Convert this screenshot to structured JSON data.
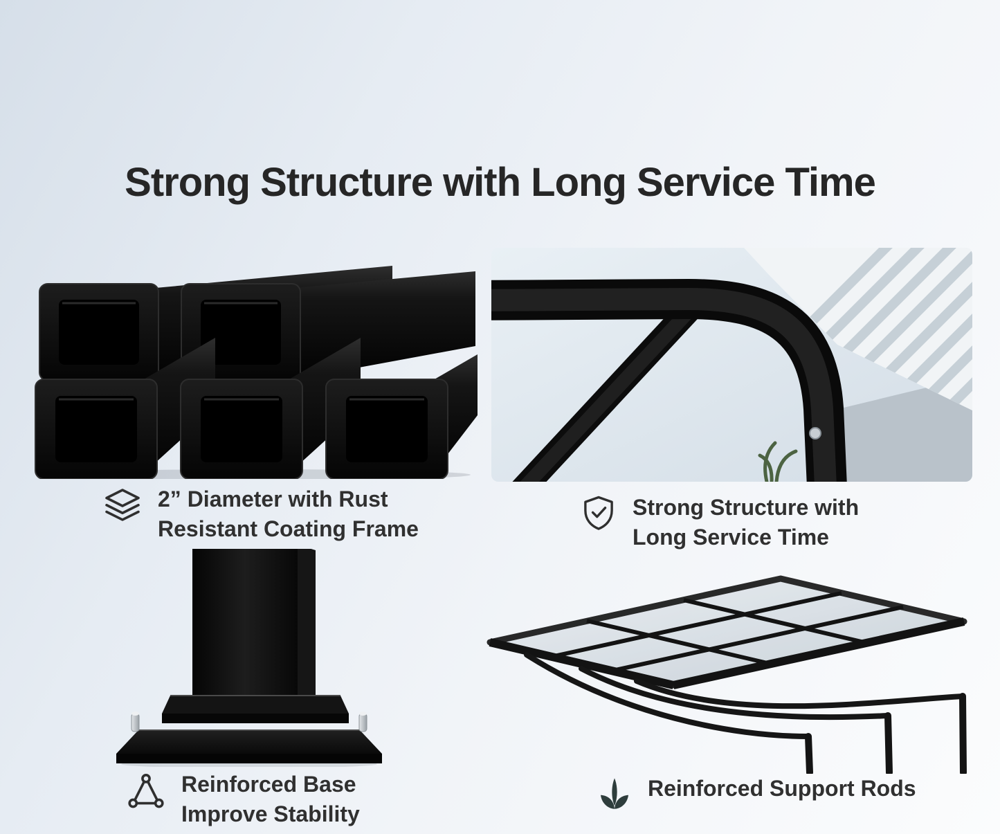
{
  "title": "Strong Structure with Long Service Time",
  "features": [
    {
      "icon": "layers-icon",
      "line1": "2” Diameter with Rust",
      "line2": "Resistant Coating Frame"
    },
    {
      "icon": "shield-check-icon",
      "line1": "Strong Structure with",
      "line2": "Long Service Time"
    },
    {
      "icon": "triangle-nodes-icon",
      "line1": "Reinforced Base",
      "line2": "Improve Stability"
    },
    {
      "icon": "leaf-icon",
      "line1": "Reinforced Support Rods",
      "line2": ""
    }
  ],
  "images": [
    {
      "name": "steel-tubes-image",
      "description": "stack of black square steel tubes"
    },
    {
      "name": "frame-corner-image",
      "description": "black curved frame corner with corrugated roof panel"
    },
    {
      "name": "base-plate-image",
      "description": "black post on reinforced base plates with bolts"
    },
    {
      "name": "canopy-frame-image",
      "description": "carport canopy roof grid with curved support rods"
    }
  ],
  "colors": {
    "title_text": "#262626",
    "caption_text": "#303030",
    "tube_black": "#0a0a0a",
    "icon_stroke": "#2f2f2f",
    "leaf_fill": "#2e3d3c",
    "background_top": "#d6dfe9",
    "background_bottom": "#fbfcfd"
  }
}
